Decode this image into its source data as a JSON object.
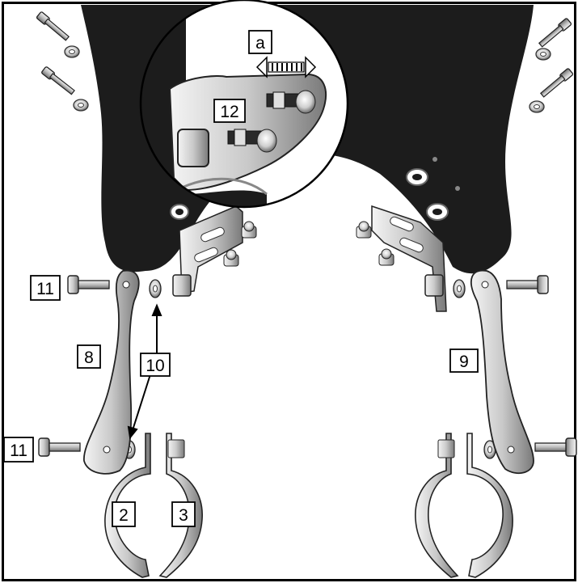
{
  "callouts": {
    "a": "a",
    "n12": "12",
    "n11_upper": "11",
    "n11_lower": "11",
    "n10": "10",
    "n8": "8",
    "n9": "9",
    "n2": "2",
    "n3": "3"
  },
  "colors": {
    "windshield": "#1c1c1c",
    "hardware_light": "#e8e8e8",
    "hardware_mid": "#a8a8a8",
    "hardware_dark": "#5a5a5a",
    "outline": "#111111",
    "frame": "#000000"
  },
  "icons": [
    "bolt-icon",
    "washer-icon",
    "nut-icon",
    "bracket-icon",
    "clamp-icon",
    "double-arrow-icon"
  ]
}
